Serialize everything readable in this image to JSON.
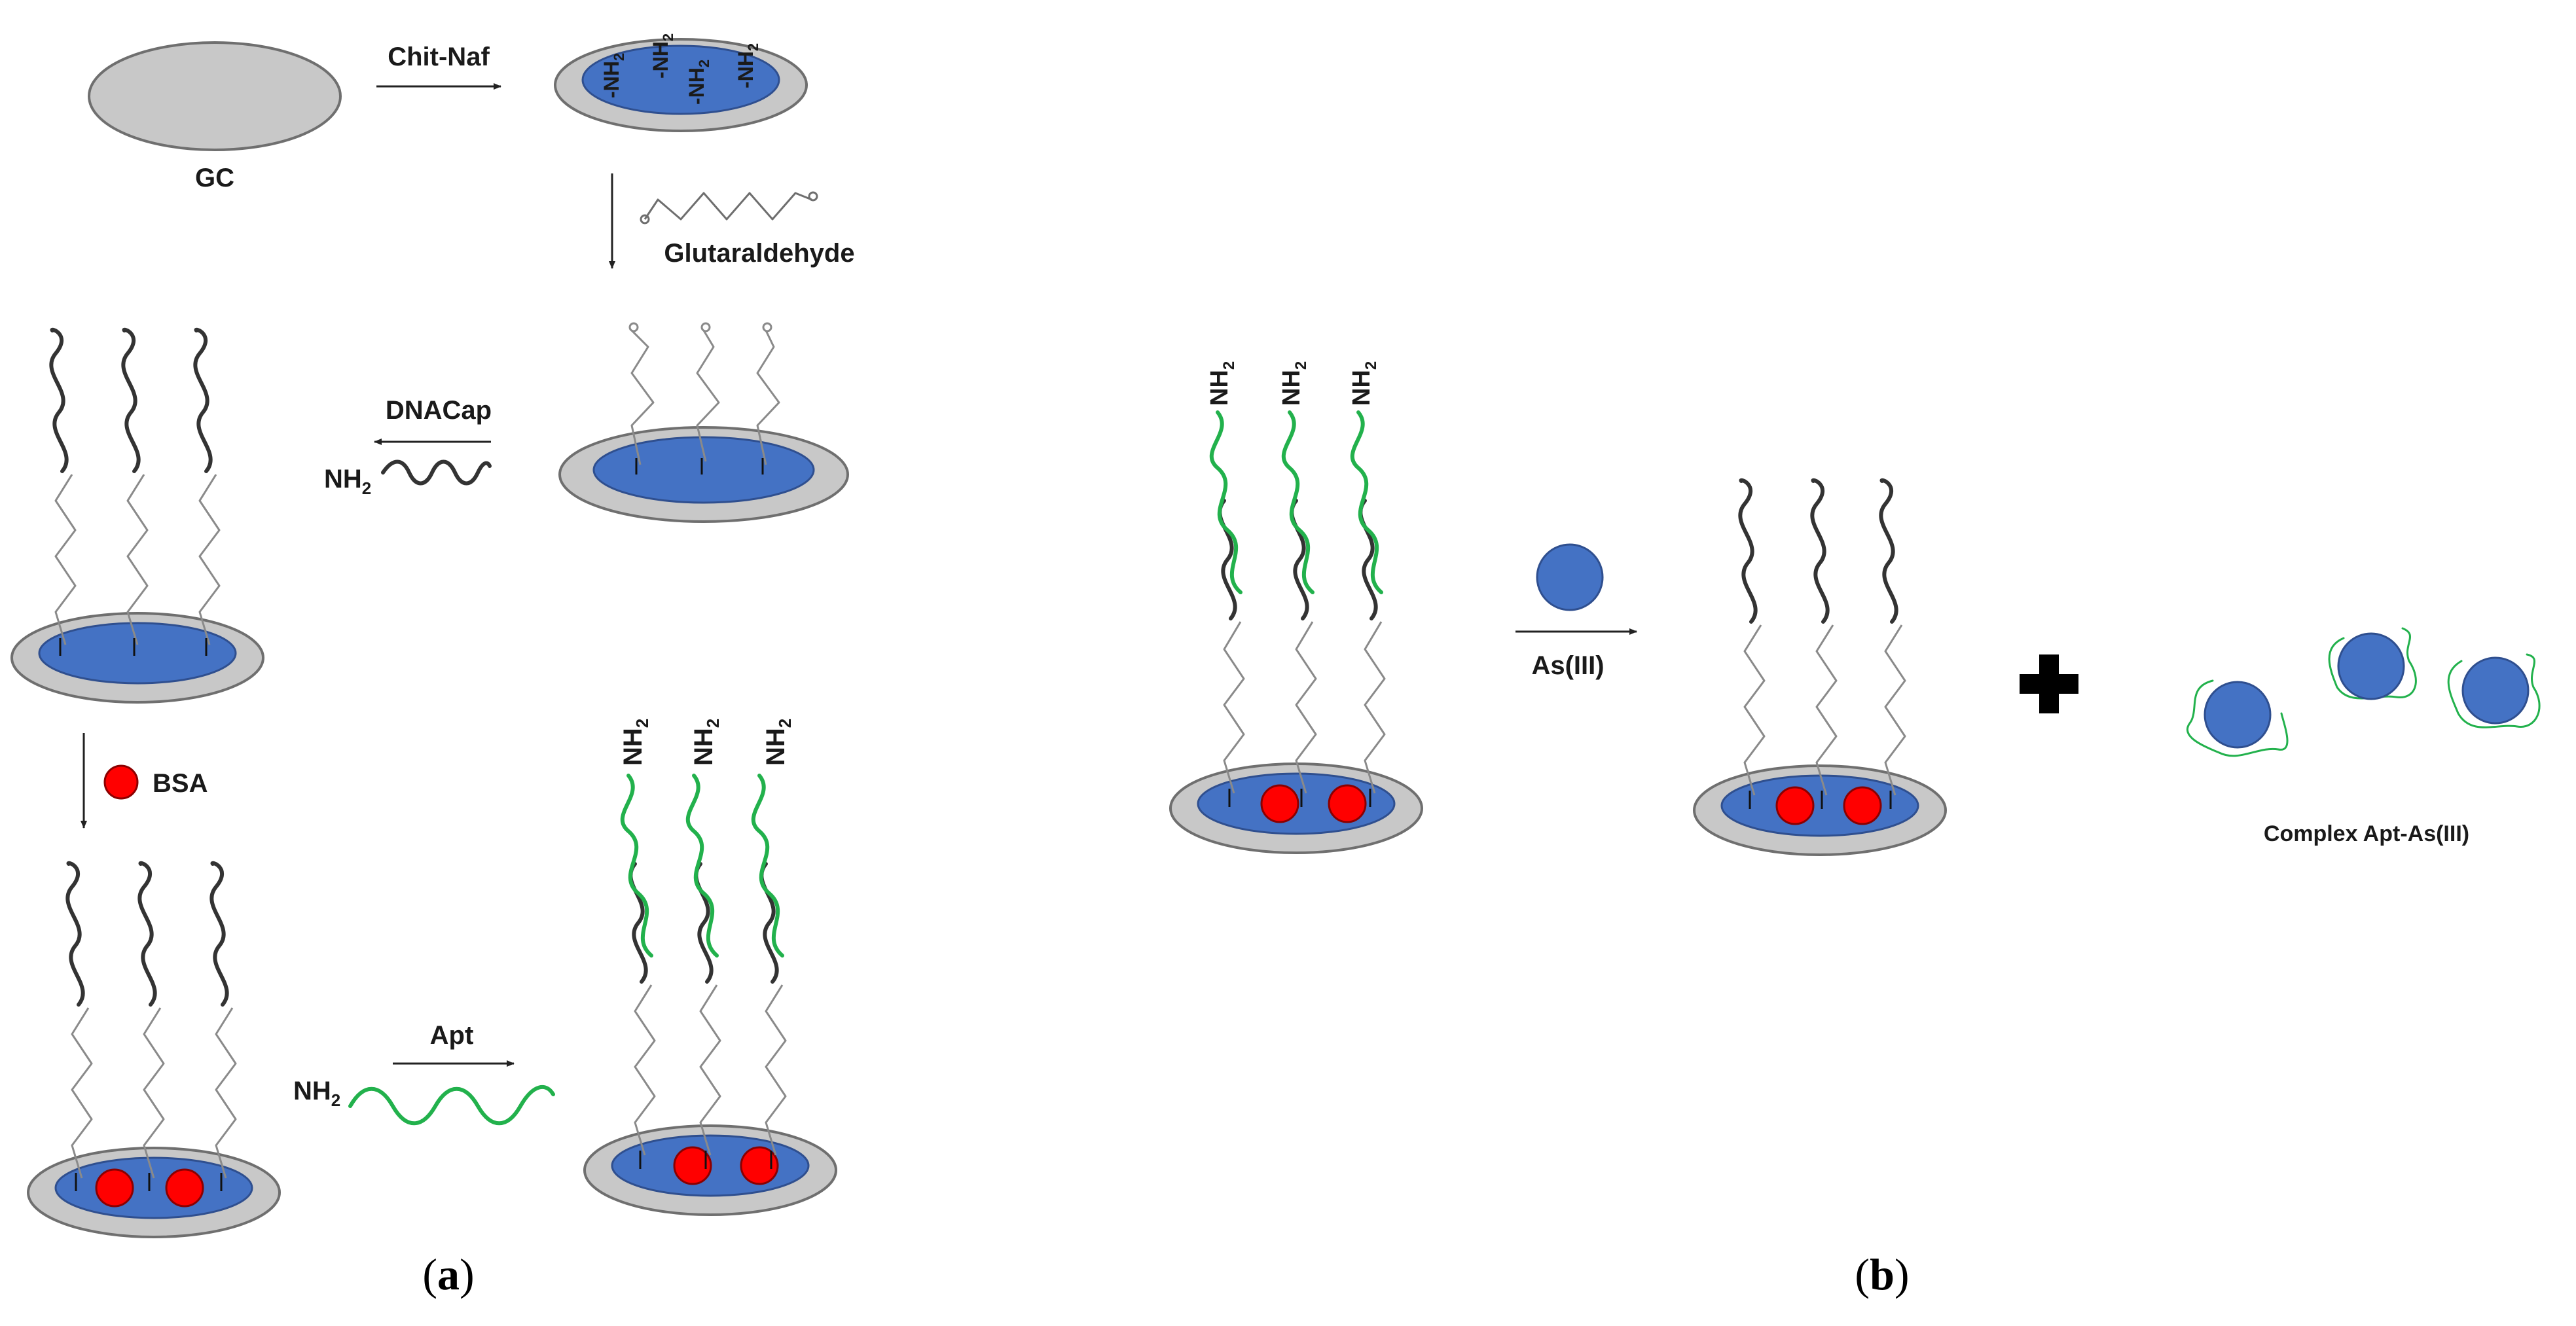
{
  "panel_a": {
    "label": "a",
    "gc_label": "GC",
    "step1_label": "Chit-Naf",
    "nh2_groups": [
      "-NH2",
      "-NH2",
      "-NH2",
      "-NH2"
    ],
    "step2_label": "Glutaraldehyde",
    "step3_label": "DNACap",
    "step3_nh2": "NH2",
    "step4_label": "BSA",
    "step5_label": "Apt",
    "step5_nh2": "NH2",
    "apt_nh2": [
      "NH2",
      "NH2",
      "NH2"
    ]
  },
  "panel_b": {
    "label": "b",
    "nh2": [
      "NH2",
      "NH2",
      "NH2"
    ],
    "step_label": "As(III)",
    "complex_label": "Complex Apt-As(III)"
  },
  "colors": {
    "electrode_grey": "#c8c8c8",
    "film_blue": "#4472c4",
    "bsa_red": "#ff0000",
    "aptamer_green": "#22b14c",
    "dna_black": "#333333"
  }
}
